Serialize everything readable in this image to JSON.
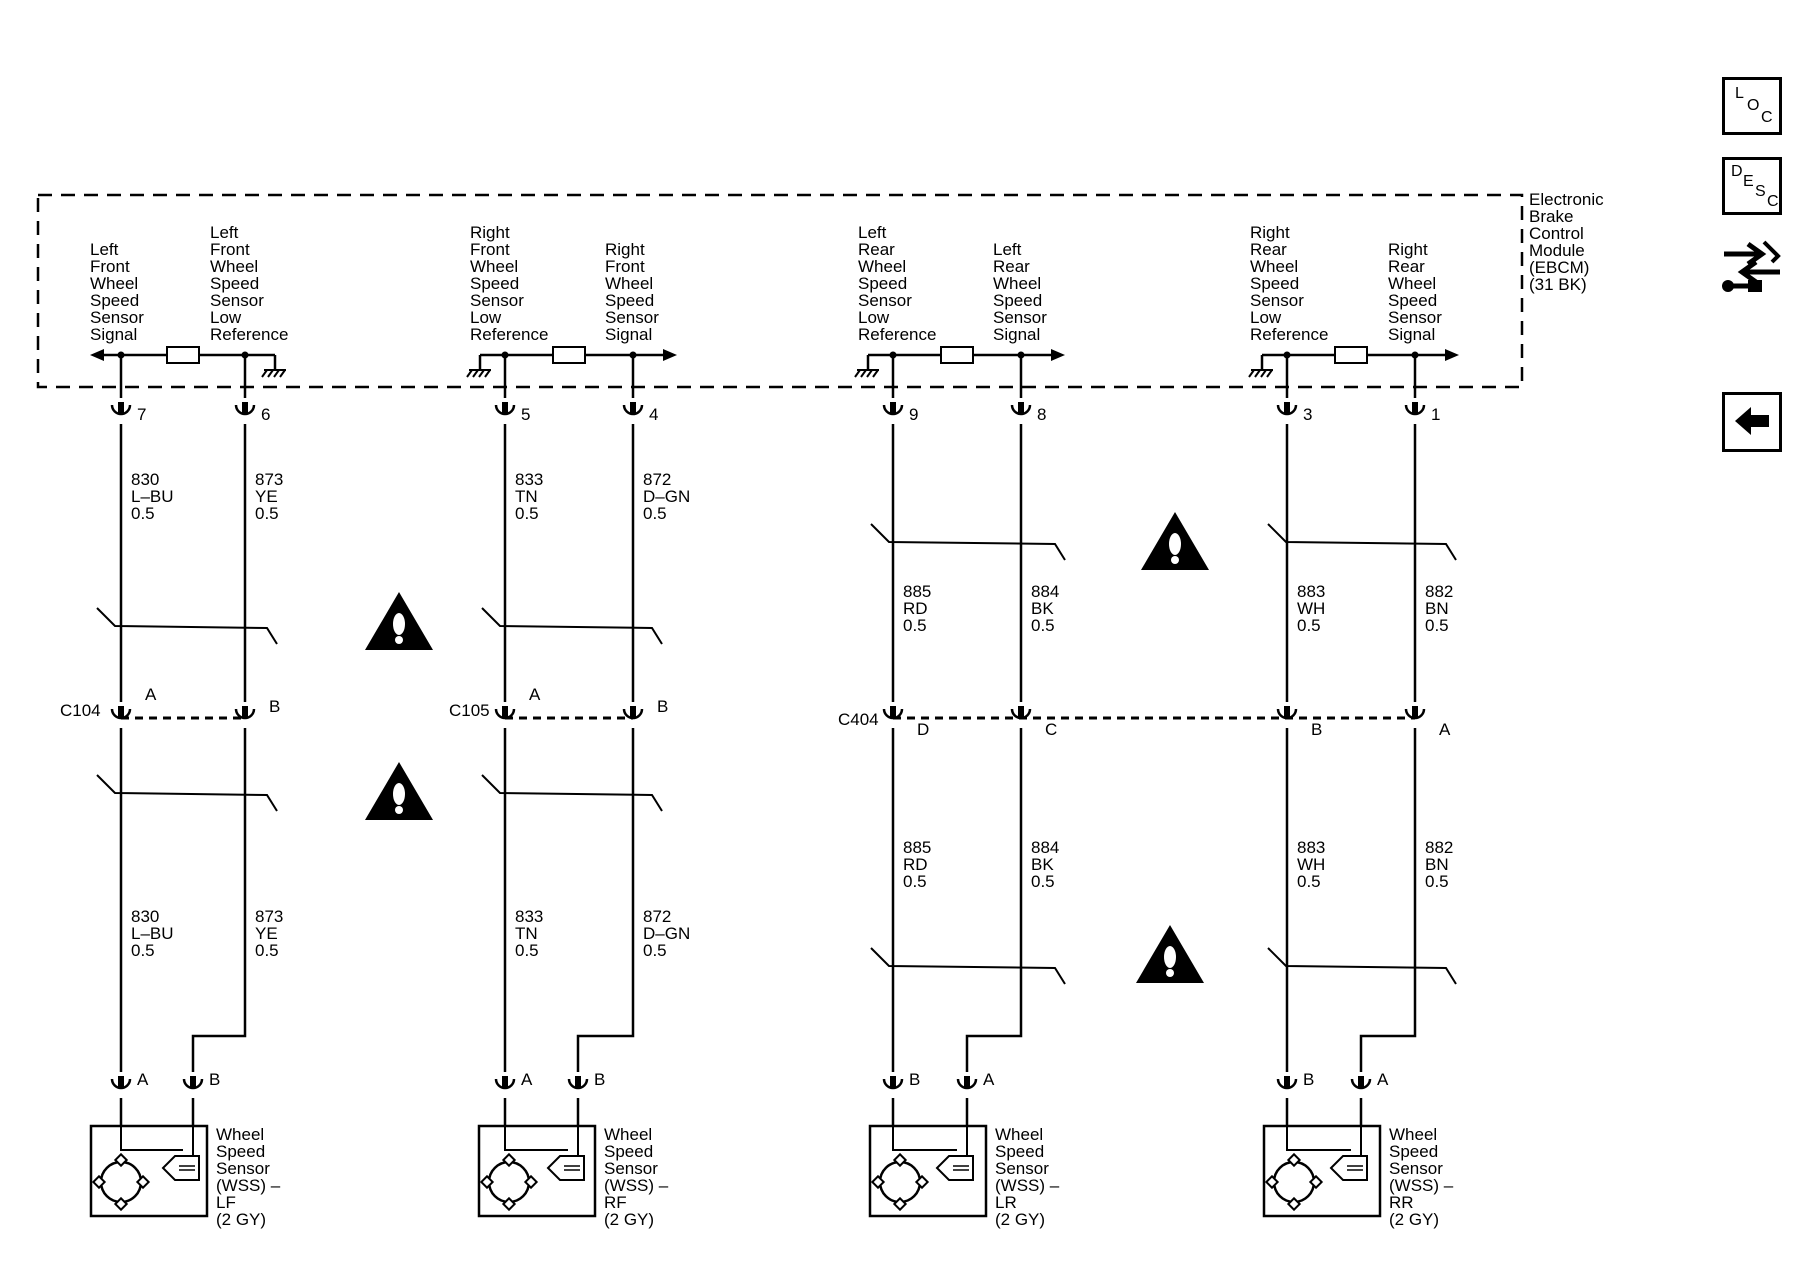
{
  "module": {
    "name_lines": [
      "Electronic",
      "Brake",
      "Control",
      "Module",
      "(EBCM)",
      "(31 BK)"
    ]
  },
  "nav": {
    "loc_letters": [
      "L",
      "O",
      "C"
    ],
    "desc_letters": [
      "D",
      "E",
      "S",
      "C"
    ]
  },
  "circuits": [
    {
      "module_label": [
        "Left",
        "Front",
        "Wheel",
        "Speed",
        "Sensor",
        "Signal"
      ],
      "pin": "7",
      "upper_wire": [
        "830",
        "L–BU",
        "0.5"
      ],
      "connector_name": "C104",
      "connector_pin": "A",
      "lower_wire": [
        "830",
        "L–BU",
        "0.5"
      ],
      "sensor_pin": "A"
    },
    {
      "module_label": [
        "Left",
        "Front",
        "Wheel",
        "Speed",
        "Sensor",
        "Low",
        "Reference"
      ],
      "pin": "6",
      "upper_wire": [
        "873",
        "YE",
        "0.5"
      ],
      "connector_pin": "B",
      "lower_wire": [
        "873",
        "YE",
        "0.5"
      ],
      "sensor_pin": "B"
    },
    {
      "module_label": [
        "Right",
        "Front",
        "Wheel",
        "Speed",
        "Sensor",
        "Low",
        "Reference"
      ],
      "pin": "5",
      "upper_wire": [
        "833",
        "TN",
        "0.5"
      ],
      "connector_name": "C105",
      "connector_pin": "A",
      "lower_wire": [
        "833",
        "TN",
        "0.5"
      ],
      "sensor_pin": "A"
    },
    {
      "module_label": [
        "Right",
        "Front",
        "Wheel",
        "Speed",
        "Sensor",
        "Signal"
      ],
      "pin": "4",
      "upper_wire": [
        "872",
        "D–GN",
        "0.5"
      ],
      "connector_pin": "B",
      "lower_wire": [
        "872",
        "D–GN",
        "0.5"
      ],
      "sensor_pin": "B"
    },
    {
      "module_label": [
        "Left",
        "Rear",
        "Wheel",
        "Speed",
        "Sensor",
        "Low",
        "Reference"
      ],
      "pin": "9",
      "upper_wire": [
        "885",
        "RD",
        "0.5"
      ],
      "connector_name": "C404",
      "connector_pin": "D",
      "lower_wire": [
        "885",
        "RD",
        "0.5"
      ],
      "sensor_pin": "B"
    },
    {
      "module_label": [
        "Left",
        "Rear",
        "Wheel",
        "Speed",
        "Sensor",
        "Signal"
      ],
      "pin": "8",
      "upper_wire": [
        "884",
        "BK",
        "0.5"
      ],
      "connector_pin": "C",
      "lower_wire": [
        "884",
        "BK",
        "0.5"
      ],
      "sensor_pin": "A"
    },
    {
      "module_label": [
        "Right",
        "Rear",
        "Wheel",
        "Speed",
        "Sensor",
        "Low",
        "Reference"
      ],
      "pin": "3",
      "upper_wire": [
        "883",
        "WH",
        "0.5"
      ],
      "connector_pin": "B",
      "lower_wire": [
        "883",
        "WH",
        "0.5"
      ],
      "sensor_pin": "B"
    },
    {
      "module_label": [
        "Right",
        "Rear",
        "Wheel",
        "Speed",
        "Sensor",
        "Signal"
      ],
      "pin": "1",
      "upper_wire": [
        "882",
        "BN",
        "0.5"
      ],
      "connector_pin": "A",
      "lower_wire": [
        "882",
        "BN",
        "0.5"
      ],
      "sensor_pin": "A"
    }
  ],
  "sensors": [
    {
      "label": [
        "Wheel",
        "Speed",
        "Sensor",
        "(WSS) –",
        "LF",
        "(2 GY)"
      ]
    },
    {
      "label": [
        "Wheel",
        "Speed",
        "Sensor",
        "(WSS) –",
        "RF",
        "(2 GY)"
      ]
    },
    {
      "label": [
        "Wheel",
        "Speed",
        "Sensor",
        "(WSS) –",
        "LR",
        "(2 GY)"
      ]
    },
    {
      "label": [
        "Wheel",
        "Speed",
        "Sensor",
        "(WSS) –",
        "RR",
        "(2 GY)"
      ]
    }
  ],
  "icons": {
    "warning": "warning-triangle-icon",
    "back": "back-arrow-icon",
    "schematic": "schematic-tool-icon"
  }
}
